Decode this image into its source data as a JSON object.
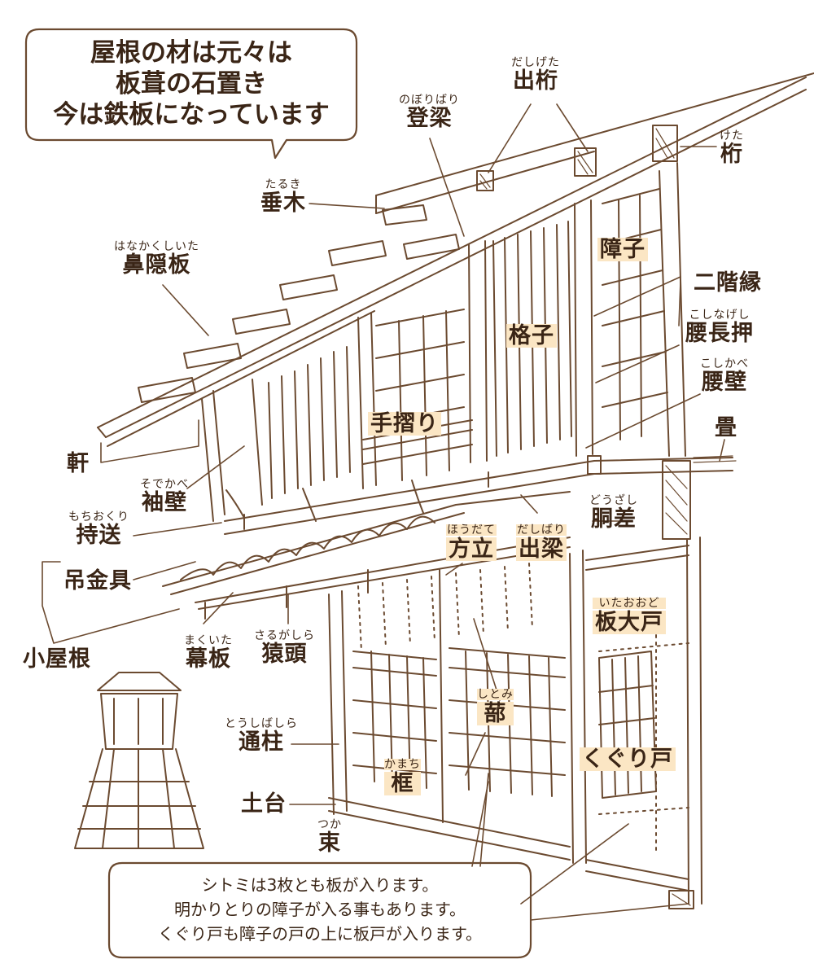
{
  "top_callout": {
    "lines": [
      "屋根の材は元々は",
      "板葺の石置き",
      "今は鉄板になっています"
    ]
  },
  "bottom_callout": {
    "lines": [
      "シトミは3枚とも板が入ります。",
      "明かりとりの障子が入る事もあります。",
      "くぐり戸も障子の戸の上に板戸が入ります。"
    ]
  },
  "labels": {
    "dashigeta": {
      "ruby": "だしげた",
      "text": "出桁"
    },
    "noboribari": {
      "ruby": "のぼりばり",
      "text": "登梁"
    },
    "keta": {
      "ruby": "けた",
      "text": "桁"
    },
    "taruki": {
      "ruby": "たるき",
      "text": "垂木"
    },
    "hanakakushiita": {
      "ruby": "はなかくしいた",
      "text": "鼻隠板"
    },
    "shoji": {
      "ruby": "",
      "text": "障子"
    },
    "nikaien": {
      "ruby": "",
      "text": "二階縁"
    },
    "koshinageshi": {
      "ruby": "こしなげし",
      "text": "腰長押"
    },
    "koshikabe": {
      "ruby": "こしかべ",
      "text": "腰壁"
    },
    "koshi": {
      "ruby": "",
      "text": "格子"
    },
    "tesuri": {
      "ruby": "",
      "text": "手摺り"
    },
    "tatami": {
      "ruby": "",
      "text": "畳"
    },
    "noki": {
      "ruby": "",
      "text": "軒"
    },
    "sodekabe": {
      "ruby": "そでかべ",
      "text": "袖壁"
    },
    "mochiokuri": {
      "ruby": "もちおくり",
      "text": "持送"
    },
    "tsurikanagu": {
      "ruby": "",
      "text": "吊金具"
    },
    "koyane": {
      "ruby": "",
      "text": "小屋根"
    },
    "makuita": {
      "ruby": "まくいた",
      "text": "幕板"
    },
    "sarugashira": {
      "ruby": "さるがしら",
      "text": "猿頭"
    },
    "doizashi": {
      "ruby": "どうざし",
      "text": "胴差"
    },
    "houdate": {
      "ruby": "ほうだて",
      "text": "方立"
    },
    "dashibari": {
      "ruby": "だしばり",
      "text": "出梁"
    },
    "itaoodo": {
      "ruby": "いたおおど",
      "text": "板大戸"
    },
    "shitomi": {
      "ruby": "しとみ",
      "text": "蔀"
    },
    "toushibashira": {
      "ruby": "とうしばしら",
      "text": "通柱"
    },
    "kamachi": {
      "ruby": "かまち",
      "text": "框"
    },
    "kugurido": {
      "ruby": "",
      "text": "くぐり戸"
    },
    "dodai": {
      "ruby": "",
      "text": "土台"
    },
    "tsuka": {
      "ruby": "つか",
      "text": "束"
    }
  },
  "colors": {
    "ink": "#5a3a22",
    "highlight": "#fbe6c4",
    "background": "#ffffff"
  }
}
